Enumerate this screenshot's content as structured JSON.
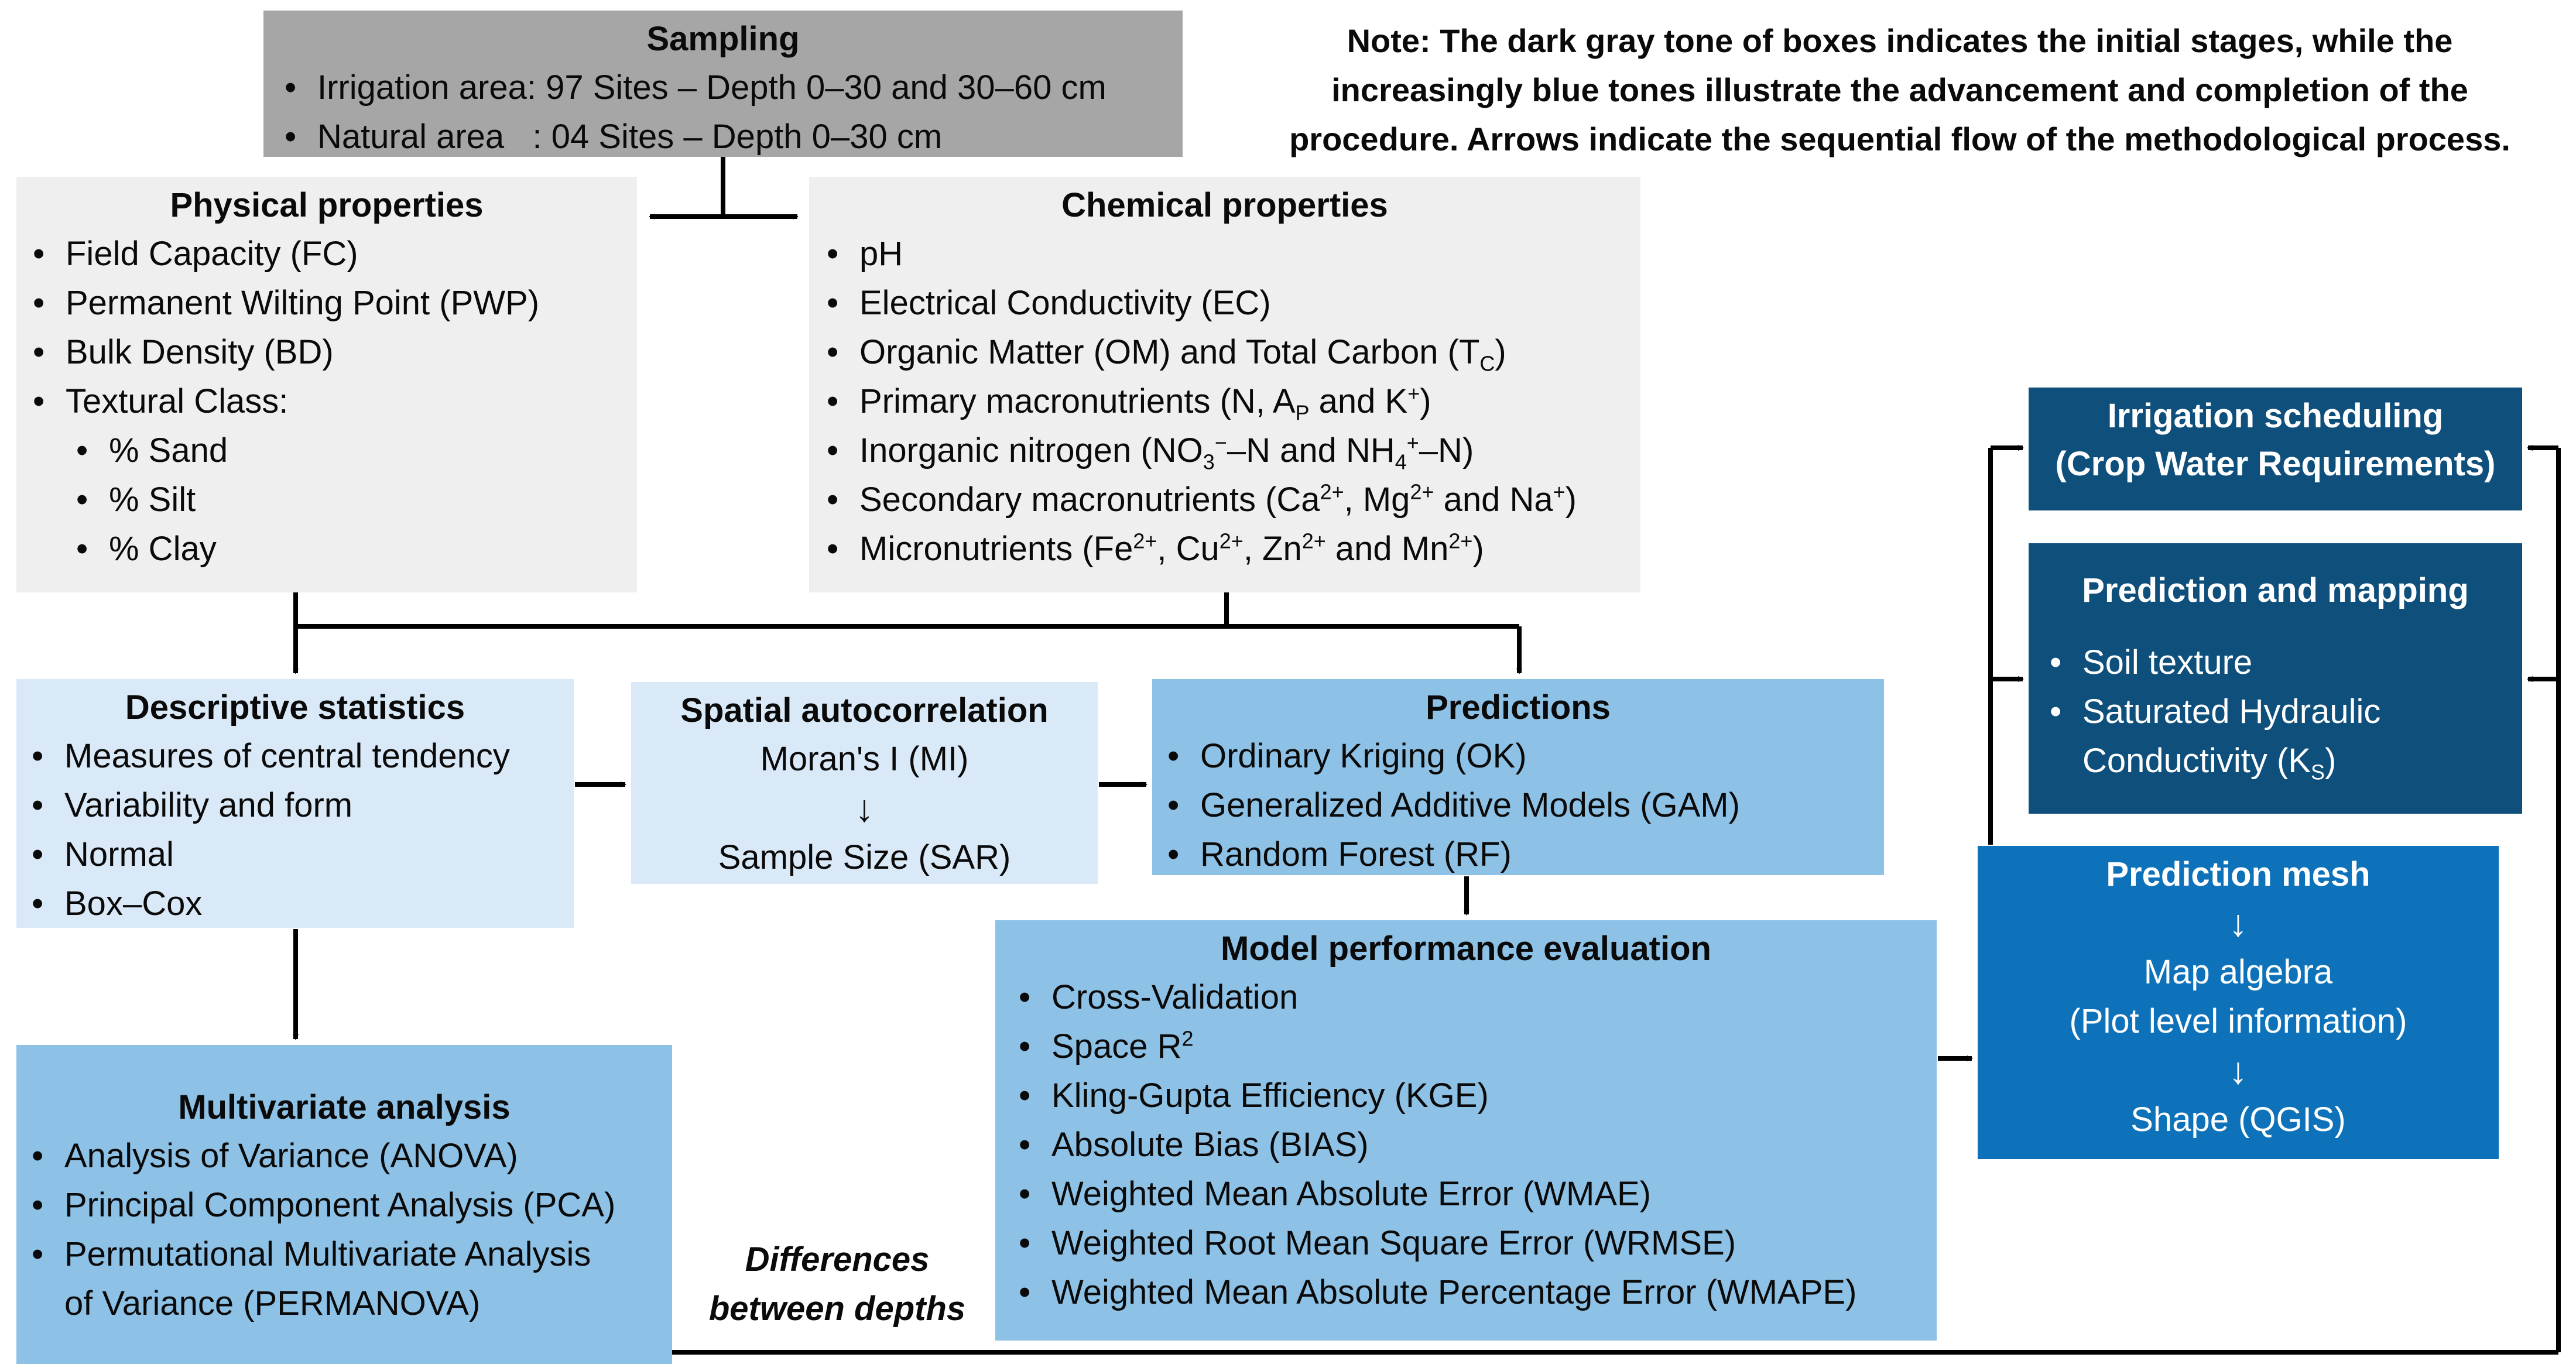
{
  "note": "Note: The dark gray tone of boxes indicates the initial stages, while the increasingly blue tones illustrate the advancement and completion of the procedure. Arrows indicate the sequential flow of the methodological process.",
  "differences_label": "Differences between depths",
  "sampling": {
    "title": "Sampling",
    "items": [
      "Irrigation area: 97 Sites – Depth 0–30 and 30–60 cm",
      "Natural area   : 04 Sites – Depth 0–30 cm"
    ]
  },
  "physical": {
    "title": "Physical properties",
    "items": [
      "Field Capacity (FC)",
      "Permanent Wilting Point (PWP)",
      "Bulk Density (BD)",
      "Textural Class:"
    ],
    "sub_items": [
      "% Sand",
      "% Silt",
      "% Clay"
    ]
  },
  "chemical": {
    "title": "Chemical properties",
    "items": [
      "pH",
      "Electrical Conductivity (EC)",
      "Organic Matter (OM) and Total Carbon (T",
      "Primary macronutrients (N, A",
      "Inorganic nitrogen (NO",
      "Secondary macronutrients (Ca",
      "Micronutrients (Fe"
    ]
  },
  "descriptive": {
    "title": "Descriptive statistics",
    "items": [
      "Measures of central tendency",
      "Variability and form",
      "Normal",
      "Box–Cox"
    ]
  },
  "spatial": {
    "title": "Spatial autocorrelation",
    "line1": "Moran's I (MI)",
    "arrow": "↓",
    "line2": "Sample Size (SAR)"
  },
  "predictions": {
    "title": "Predictions",
    "items": [
      "Ordinary Kriging (OK)",
      "Generalized Additive Models (GAM)",
      "Random Forest (RF)"
    ]
  },
  "multivariate": {
    "title": "Multivariate analysis",
    "items": [
      "Analysis of Variance (ANOVA)",
      "Principal Component Analysis (PCA)",
      "Permutational Multivariate Analysis",
      "of Variance (PERMANOVA)"
    ]
  },
  "model_eval": {
    "title": "Model performance evaluation",
    "items": [
      "Cross-Validation",
      "Space R",
      "Kling-Gupta Efficiency (KGE)",
      "Absolute Bias (BIAS)",
      "Weighted Mean Absolute Error (WMAE)",
      "Weighted Root Mean Square Error (WRMSE)",
      "Weighted Mean Absolute Percentage Error (WMAPE)"
    ]
  },
  "irrigation": {
    "title_line1": "Irrigation scheduling",
    "title_line2": "(Crop Water Requirements)"
  },
  "prediction_mapping": {
    "title": "Prediction and mapping",
    "items": [
      "Soil texture",
      "Saturated Hydraulic",
      "Conductivity (K"
    ]
  },
  "mesh": {
    "title": "Prediction mesh",
    "arrow": "↓",
    "line1": "Map algebra",
    "line2": "(Plot level information)",
    "line3": "Shape (QGIS)"
  },
  "colors": {
    "initial_gray": "#a6a6a6",
    "light_gray": "#efefef",
    "lightest_blue": "#dae9f7",
    "light_blue": "#8ec1e6",
    "mid_blue": "#0d72b9",
    "dark_blue": "#0e4f7c"
  }
}
